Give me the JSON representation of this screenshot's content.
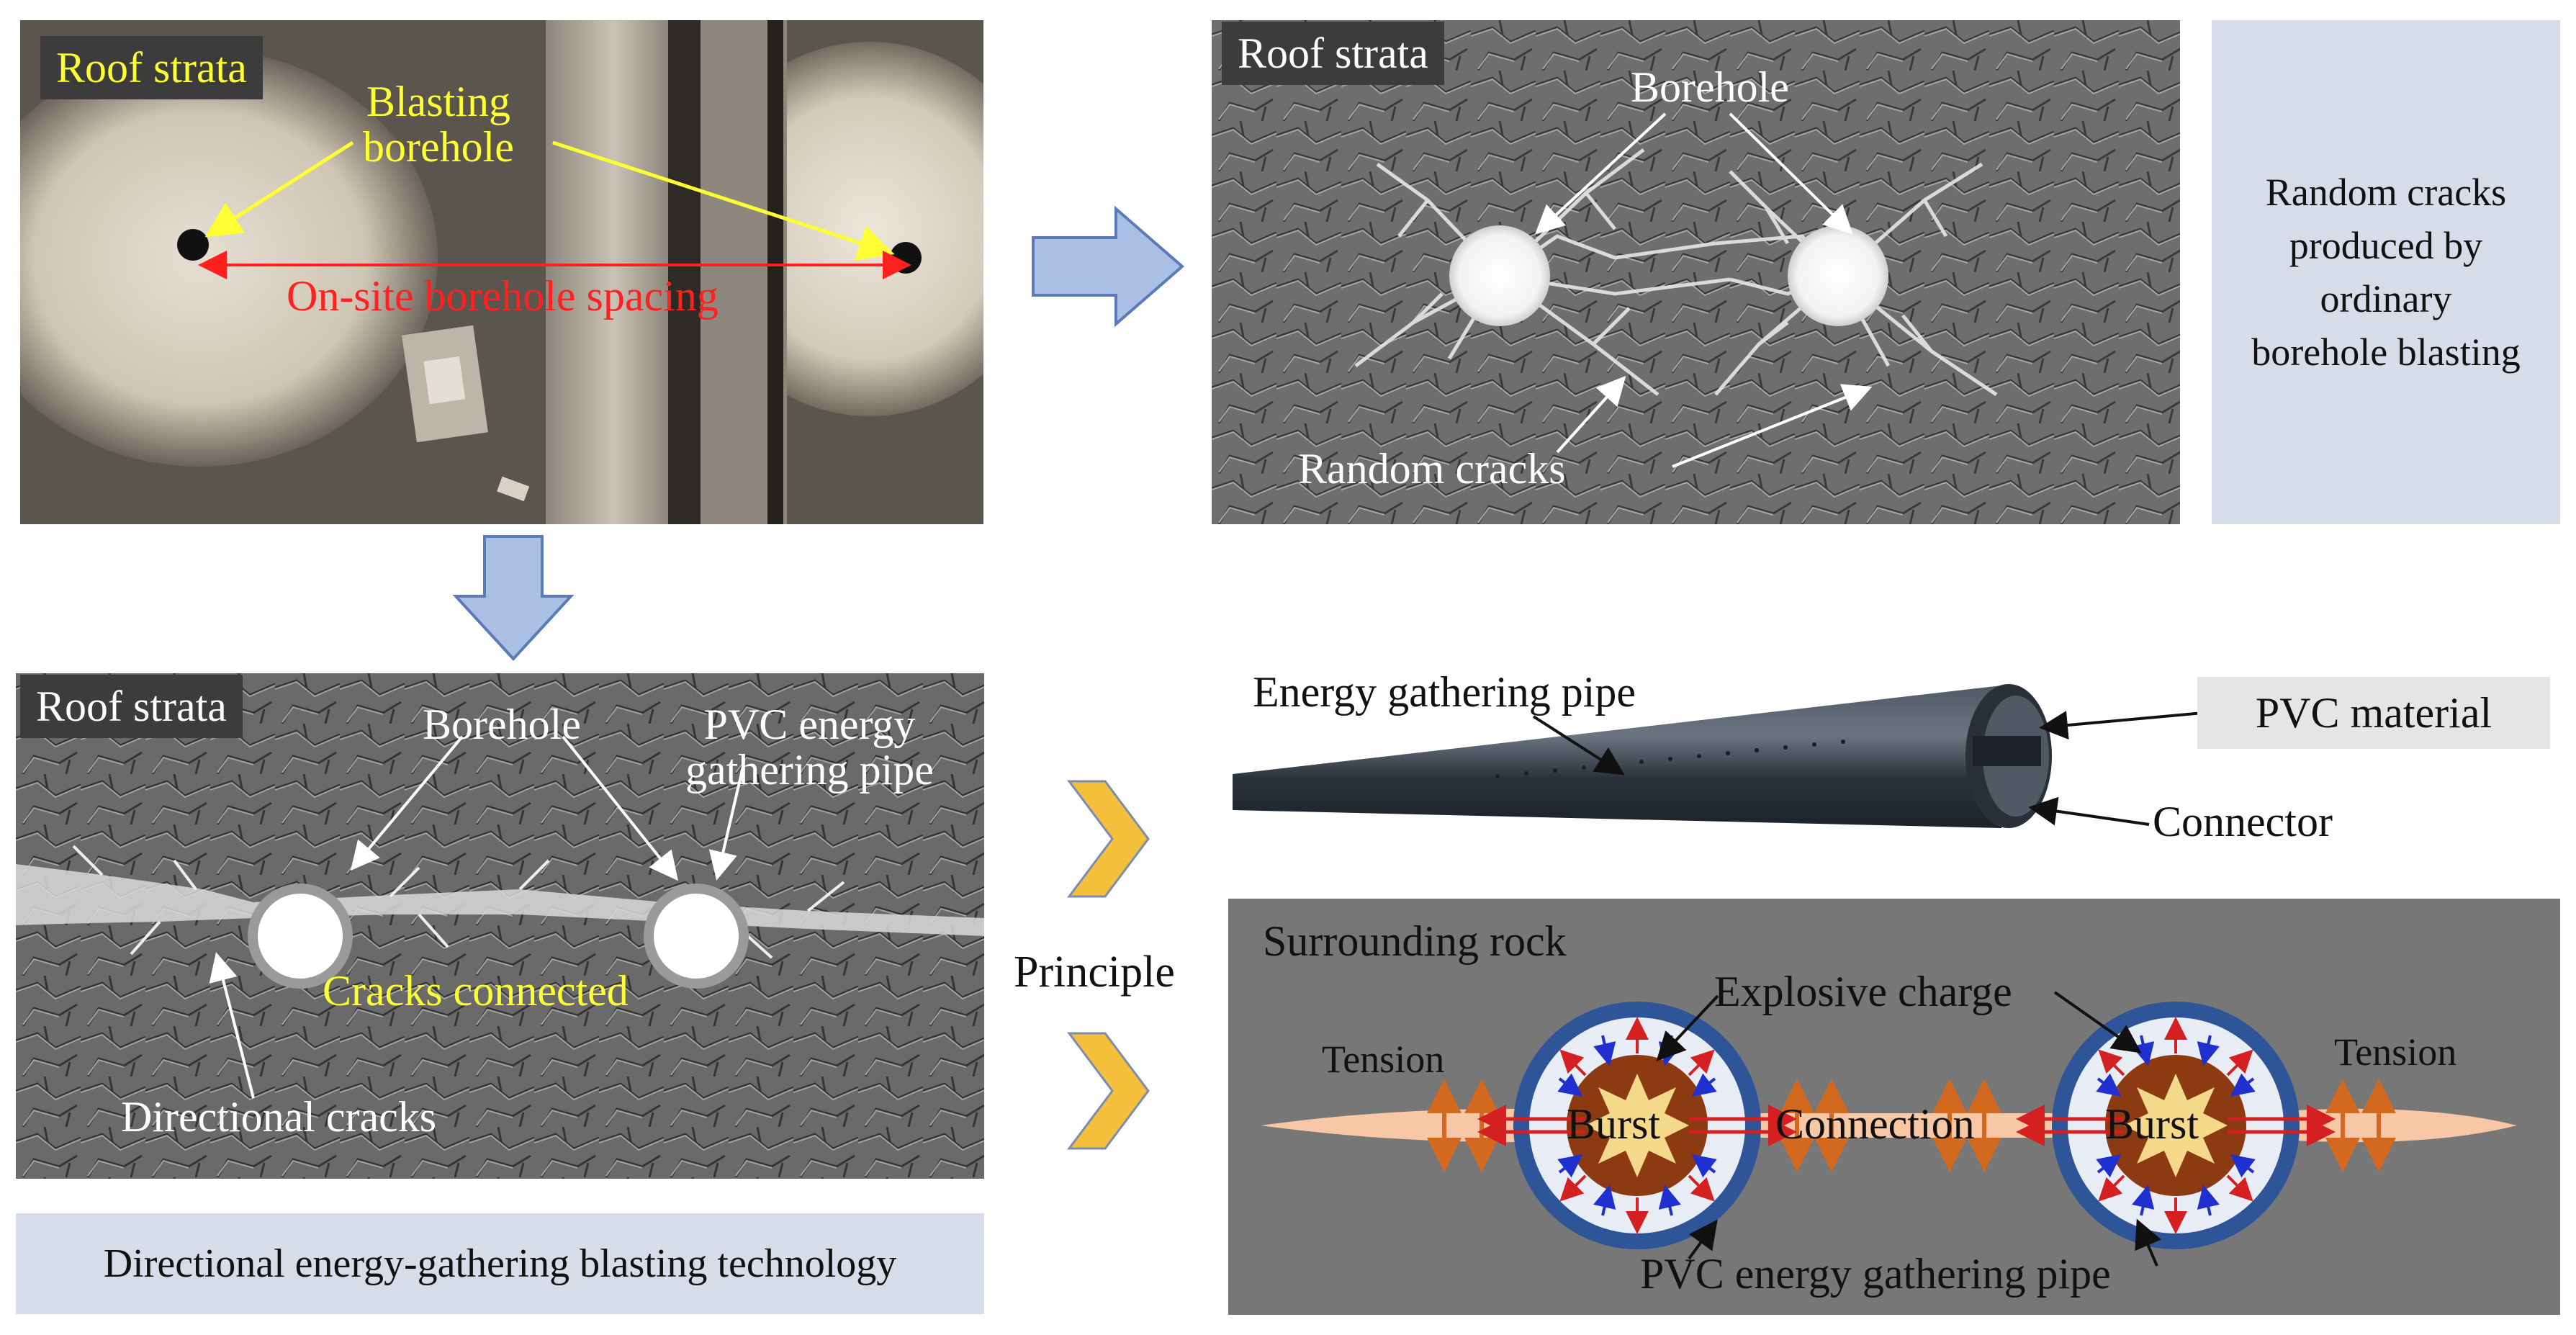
{
  "panel_photo": {
    "tag": "Roof strata",
    "blast_label_line1": "Blasting",
    "blast_label_line2": "borehole",
    "spacing_label": "On-site borehole spacing"
  },
  "panel_random": {
    "tag": "Roof strata",
    "borehole_label": "Borehole",
    "cracks_label": "Random cracks"
  },
  "random_note": {
    "line1": "Random cracks",
    "line2": "produced by",
    "line3": "ordinary",
    "line4": "borehole blasting"
  },
  "panel_directional": {
    "tag": "Roof strata",
    "borehole_label": "Borehole",
    "pvc_line1": "PVC energy",
    "pvc_line2": "gathering pipe",
    "cracks_connected": "Cracks connected",
    "directional_cracks": "Directional cracks"
  },
  "technology_caption": "Directional energy-gathering blasting technology",
  "principle_label": "Principle",
  "pipe_photo": {
    "pipe_label": "Energy gathering pipe",
    "material_label": "PVC material",
    "connector_label": "Connector"
  },
  "principle_diagram": {
    "title": "Surrounding rock",
    "explosive_label": "Explosive charge",
    "tension_left": "Tension",
    "tension_right": "Tension",
    "burst_left": "Burst",
    "burst_right": "Burst",
    "connection_label": "Connection",
    "pipe_label": "PVC energy gathering pipe"
  },
  "colors": {
    "arrow_fill": "#a9bfe3",
    "arrow_stroke": "#5a7bb8",
    "note_bg": "#d6dce8",
    "chevron": "#f5c03c",
    "diagram_bg": "#777777",
    "pipe_ring": "#2e5597",
    "charge": "#8b3a12",
    "burst": "#f5d98a",
    "tension_band": "#f7c7a6",
    "highlight_yellow": "#ffff33",
    "spacing_red": "#ff2020"
  }
}
